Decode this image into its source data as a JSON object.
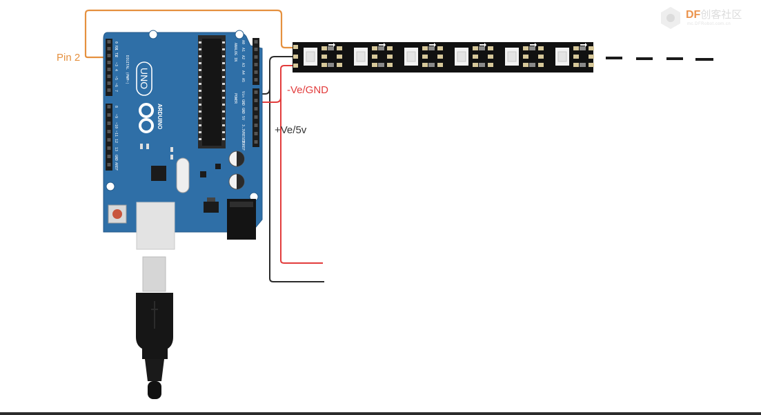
{
  "labels": {
    "pin": "Pin 2",
    "ground": "-Ve/GND",
    "power": "+Ve/5v"
  },
  "board": {
    "model": "UNO",
    "brand": "ARDUINO",
    "digital_header": "DIGITAL (PWM~)",
    "power_header": "POWER",
    "analog_header": "ANALOG IN",
    "pins_digital_top": [
      "0 RX",
      "1 TX",
      "2",
      "~3",
      "4",
      "~5",
      "~6",
      "7"
    ],
    "pins_digital_bottom": [
      "8",
      "~9",
      "~10",
      "~11",
      "12",
      "13",
      "GND",
      "AREF"
    ],
    "pins_power": [
      "Vin",
      "GND",
      "GND",
      "5V",
      "3.3V",
      "RESET",
      "IOREF"
    ],
    "pins_analog": [
      "A0",
      "A1",
      "A2",
      "A3",
      "A4",
      "A5"
    ]
  },
  "strip": {
    "led_count": 6,
    "continuation": "dashed"
  },
  "watermark": {
    "brand_accent": "DF",
    "brand_rest": "创客社区",
    "subtitle": "mc.DFRobot.com.cn"
  },
  "colors": {
    "board": "#2f6fa7",
    "data_wire": "#e5903e",
    "power_wire": "#e23b3b",
    "ground_wire": "#2a2a2a",
    "strip": "#111111",
    "label_orange": "#e5903e",
    "label_red": "#e23b3b"
  }
}
